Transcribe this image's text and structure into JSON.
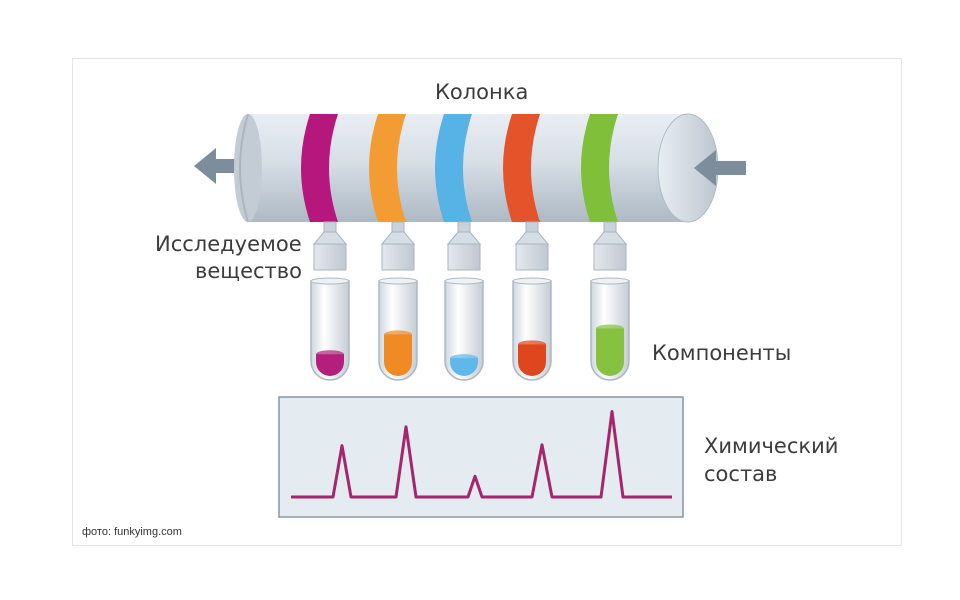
{
  "labels": {
    "column": "Колонка",
    "sample": [
      "Исследуемое",
      "вещество"
    ],
    "components": "Компоненты",
    "composition": [
      "Химический",
      "состав"
    ]
  },
  "photo_credit": "фото: funkyimg.com",
  "colors": {
    "bands": [
      "#b5177d",
      "#f39c33",
      "#57b3e6",
      "#e5532b",
      "#7fbf3a"
    ],
    "fills": [
      "#b51f7c",
      "#f08a23",
      "#5fb8ea",
      "#e0461e",
      "#86c13f"
    ],
    "column": "#d3dbe3",
    "arrow": "#7e8d9c",
    "peak_line": "#a5266c"
  },
  "tubes": {
    "fill_levels": [
      0.22,
      0.42,
      0.18,
      0.32,
      0.48
    ]
  },
  "chromatogram": {
    "peak_heights": [
      0.57,
      0.78,
      0.23,
      0.58,
      0.95
    ]
  }
}
